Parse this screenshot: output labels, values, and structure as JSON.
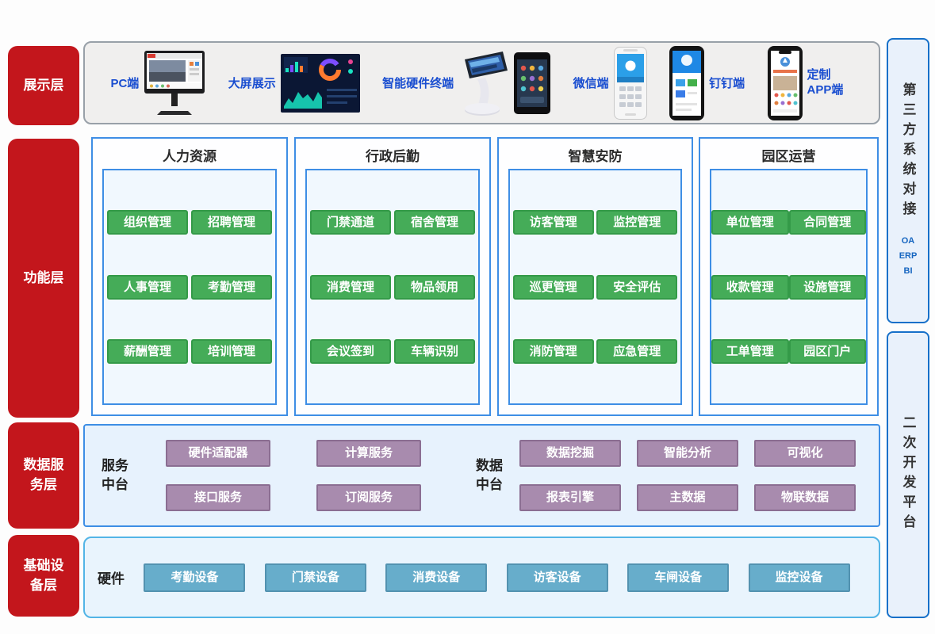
{
  "layers": {
    "display": {
      "label": "展示层",
      "devices": [
        {
          "label": "PC端"
        },
        {
          "label": "大屏展示"
        },
        {
          "label": "智能硬件终端"
        },
        {
          "label": "微信端"
        },
        {
          "label": "钉钉端"
        },
        {
          "label": "定制APP端"
        }
      ]
    },
    "function": {
      "label": "功能层",
      "groups": [
        {
          "title": "人力资源",
          "items": [
            "组织管理",
            "招聘管理",
            "人事管理",
            "考勤管理",
            "薪酬管理",
            "培训管理"
          ]
        },
        {
          "title": "行政后勤",
          "items": [
            "门禁通道",
            "宿舍管理",
            "消费管理",
            "物品领用",
            "会议签到",
            "车辆识别"
          ]
        },
        {
          "title": "智慧安防",
          "items": [
            "访客管理",
            "监控管理",
            "巡更管理",
            "安全评估",
            "消防管理",
            "应急管理"
          ]
        },
        {
          "title": "园区运营",
          "items": [
            "单位管理",
            "合同管理",
            "收款管理",
            "设施管理",
            "工单管理",
            "园区门户"
          ]
        }
      ]
    },
    "data_service": {
      "label": "数据服务层",
      "service_platform": {
        "label": "服务中台",
        "items": [
          "硬件适配器",
          "计算服务",
          "接口服务",
          "订阅服务"
        ]
      },
      "data_platform": {
        "label": "数据中台",
        "items": [
          "数据挖掘",
          "智能分析",
          "可视化",
          "报表引擎",
          "主数据",
          "物联数据"
        ]
      }
    },
    "infrastructure": {
      "label": "基础设备层",
      "hardware_label": "硬件",
      "items": [
        "考勤设备",
        "门禁设备",
        "消费设备",
        "访客设备",
        "车闸设备",
        "监控设备"
      ]
    }
  },
  "sidebar_right": {
    "top": {
      "label": "第三方系统对接",
      "sub": [
        "OA",
        "ERP",
        "BI"
      ]
    },
    "bottom": {
      "label": "二次开发平台"
    }
  },
  "colors": {
    "layer_red": "#c3161c",
    "module_green": "#45ac58",
    "platform_purple": "#a88bae",
    "device_teal": "#67adcb",
    "panel_blue_bg": "#e7f2fd",
    "border_blue": "#3e8ee5",
    "device_label_blue": "#1a4ed0"
  }
}
